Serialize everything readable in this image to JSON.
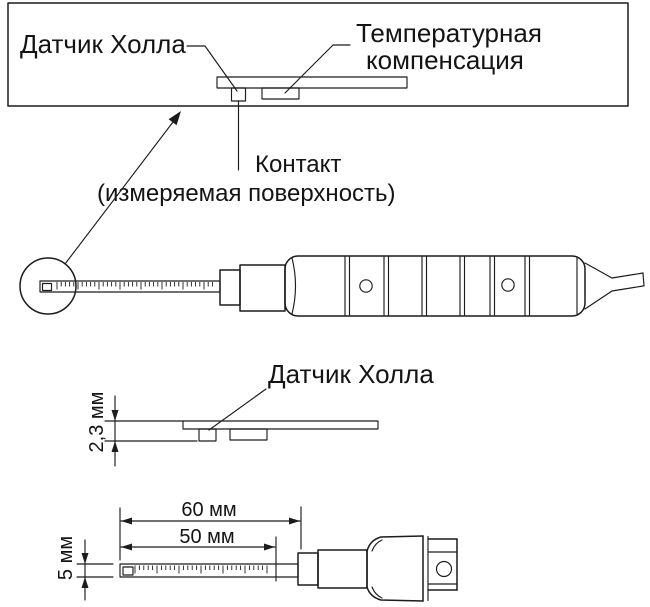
{
  "figure": {
    "background": "#ffffff",
    "line_color": "#1c1c1c",
    "detail_view": {
      "hall_sensor_label": "Датчик Холла",
      "temp_comp_line1": "Температурная",
      "temp_comp_line2": "компенсация",
      "contact_line1": "Контакт",
      "contact_line2": "(измеряемая поверхность)"
    },
    "profile_view": {
      "hall_sensor_label": "Датчик Холла",
      "thickness_dimension": "2,3 мм"
    },
    "dimension_view": {
      "outer_length_dimension": "60 мм",
      "inner_length_dimension": "50 мм",
      "blade_width_dimension": "5 мм"
    }
  }
}
